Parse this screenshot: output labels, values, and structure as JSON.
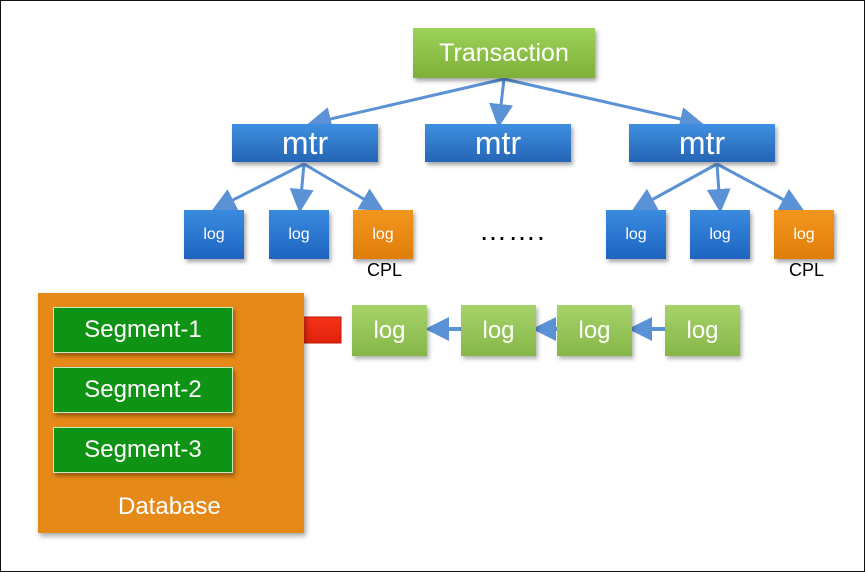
{
  "transaction": {
    "label": "Transaction"
  },
  "mtrs": [
    {
      "label": "mtr"
    },
    {
      "label": "mtr"
    },
    {
      "label": "mtr"
    }
  ],
  "logs": {
    "left": [
      {
        "label": "log"
      },
      {
        "label": "log"
      },
      {
        "label": "log",
        "cpl": true
      }
    ],
    "right": [
      {
        "label": "log"
      },
      {
        "label": "log"
      },
      {
        "label": "log",
        "cpl": true
      }
    ],
    "ellipsis": "…….",
    "cpl_label": "CPL"
  },
  "flush_chain": [
    {
      "label": "log"
    },
    {
      "label": "log"
    },
    {
      "label": "log"
    },
    {
      "label": "log"
    }
  ],
  "database": {
    "label": "Database",
    "segments": [
      {
        "label": "Segment-1"
      },
      {
        "label": "Segment-2"
      },
      {
        "label": "Segment-3"
      }
    ]
  },
  "colors": {
    "transaction": "#8bc34a",
    "mtr": "#2f78d0",
    "log": "#2a76d6",
    "cpl_log": "#ec8a14",
    "chain_log": "#94c45a",
    "database": "#e58a18",
    "segment": "#0f9314",
    "flush_arrow": "#e8200c",
    "connector": "#5b92d6"
  }
}
